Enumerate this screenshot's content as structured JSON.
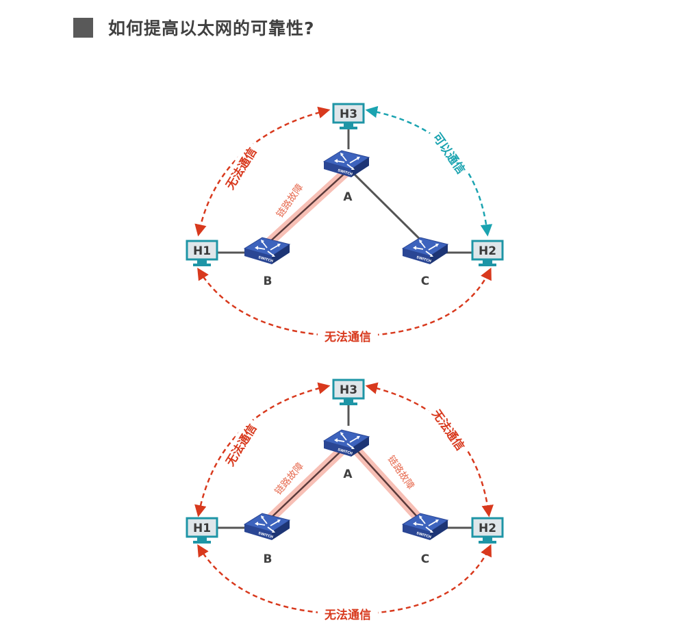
{
  "title": "如何提高以太网的可靠性?",
  "colors": {
    "red": "#d8391d",
    "teal": "#1aa3b0",
    "switch": "#2c4fa3",
    "host": "#1e95a6",
    "link": "#555555",
    "fault_glow": "#f4a597"
  },
  "icons": [
    "switch-icon",
    "monitor-icon"
  ],
  "hosts": {
    "h1": "H1",
    "h2": "H2",
    "h3": "H3"
  },
  "switch_text": "SWITCH",
  "switches": {
    "a": "A",
    "b": "B",
    "c": "C"
  },
  "diagram1": {
    "h3_h1": "无法通信",
    "h3_h2": "可以通信",
    "h1_h2": "无法通信",
    "fault_ab": "链路故障"
  },
  "diagram2": {
    "h3_h1": "无法通信",
    "h3_h2": "无法通信",
    "h1_h2": "无法通信",
    "fault_ab": "链路故障",
    "fault_ac": "链路故障"
  }
}
